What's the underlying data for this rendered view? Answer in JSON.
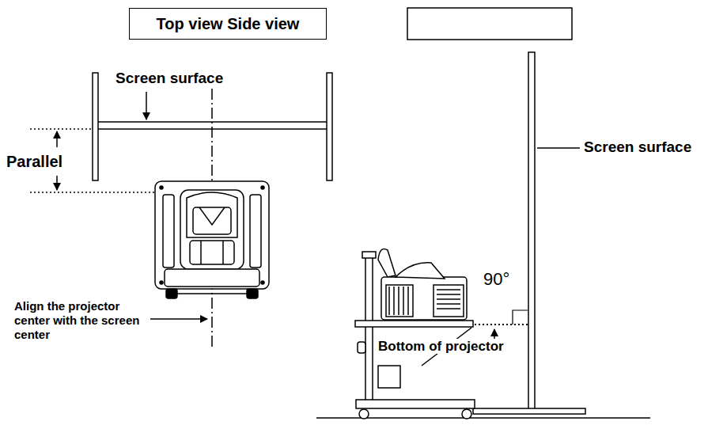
{
  "diagram": {
    "nodes": [
      {
        "text": [
          "Top view Side view"
        ]
      }
    ],
    "labels": [
      "Screen surface",
      "Parallel",
      "Align the projector center with the screen center",
      "Screen surface",
      "90°",
      "Bottom of projector"
    ]
  }
}
